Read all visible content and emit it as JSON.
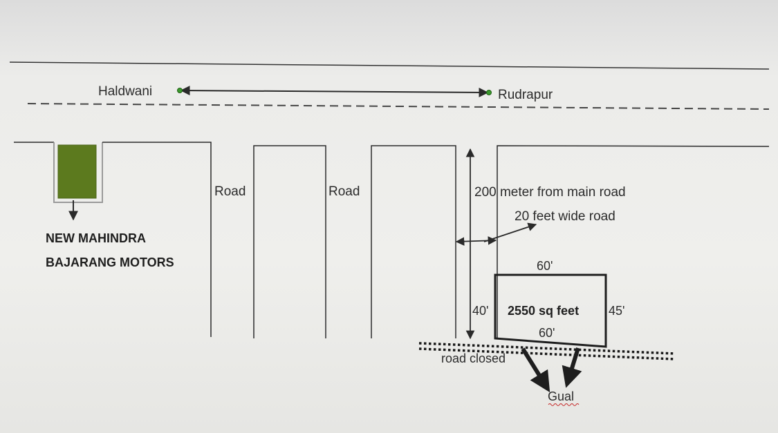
{
  "places": {
    "origin": "Haldwani",
    "destination": "Rudrapur"
  },
  "roads": {
    "road_1": "Road",
    "road_2": "Road",
    "distance_note": "200 meter from main road",
    "width_note": "20 feet wide road",
    "closed_note": "road closed"
  },
  "landmark": {
    "line1": "NEW MAHINDRA",
    "line2": "BAJARANG MOTORS",
    "color": "#5c7a1e"
  },
  "plot": {
    "top_side": "60'",
    "bottom_side": "60'",
    "left_side": "40'",
    "right_side": "45'",
    "area": "2550 sq feet"
  },
  "direction": {
    "label": "Gual"
  },
  "colors": {
    "line": "#2a2a2a",
    "endpoint_dot": "#3b9a2e"
  }
}
